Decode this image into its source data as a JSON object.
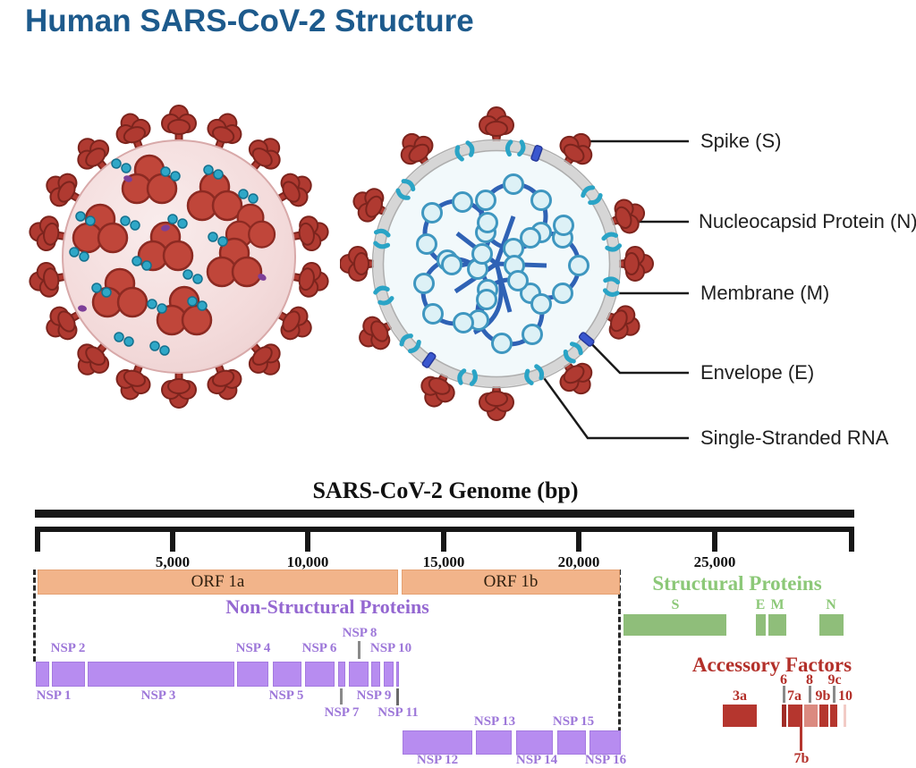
{
  "title": "Human SARS-CoV-2 Structure",
  "virus_labels": {
    "spike": "Spike (S)",
    "nucleocapsid": "Nucleocapsid Protein (N)",
    "membrane": "Membrane (M)",
    "envelope": "Envelope (E)",
    "rna": "Single-Stranded RNA"
  },
  "genome": {
    "title": "SARS-CoV-2 Genome (bp)",
    "axis_ticks": [
      "5,000",
      "10,000",
      "15,000",
      "20,000",
      "25,000"
    ],
    "orf1a_label": "ORF 1a",
    "orf1b_label": "ORF 1b",
    "nsp_heading": "Non-Structural Proteins",
    "nsp_labels": [
      "NSP 1",
      "NSP 2",
      "NSP 3",
      "NSP 4",
      "NSP 5",
      "NSP 6",
      "NSP 7",
      "NSP 8",
      "NSP 9",
      "NSP 10",
      "NSP 11",
      "NSP 12",
      "NSP 13",
      "NSP 14",
      "NSP 15",
      "NSP 16"
    ],
    "structural_heading": "Structural Proteins",
    "structural_labels": [
      "S",
      "E",
      "M",
      "N"
    ],
    "accessory_heading": "Accessory Factors",
    "accessory_labels": [
      "3a",
      "6",
      "7a",
      "8",
      "9b",
      "9c",
      "10",
      "7b"
    ]
  },
  "colors": {
    "title_blue": "#1d5a8c",
    "purple_text": "#9d77d9",
    "purple_box": "#b78cf0",
    "orange_bar": "#f2b48a",
    "green_text": "#8cc878",
    "green_box": "#8fbe7a",
    "red": "#b3302a",
    "red_box_light": "#db8a80",
    "red_box_pale": "#f2cbc6",
    "spike_red": "#b03a31",
    "membrane_teal": "#2aa4c6",
    "rna_blue": "#2f62b5",
    "virus_body_pink": "#f5e0e0"
  }
}
